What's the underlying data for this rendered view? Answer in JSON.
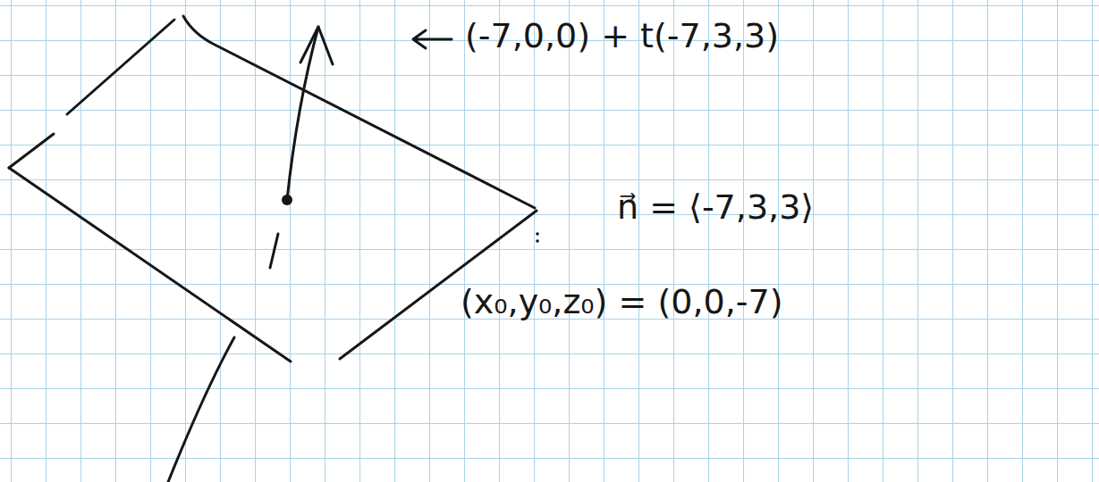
{
  "diagram": {
    "labels": [
      "(-7,0,0) + t(-7,3,3)",
      "n⃗ = ⟨-7,3,3⟩",
      "(x₀,y₀,z₀) = (0,0,-7)"
    ]
  }
}
